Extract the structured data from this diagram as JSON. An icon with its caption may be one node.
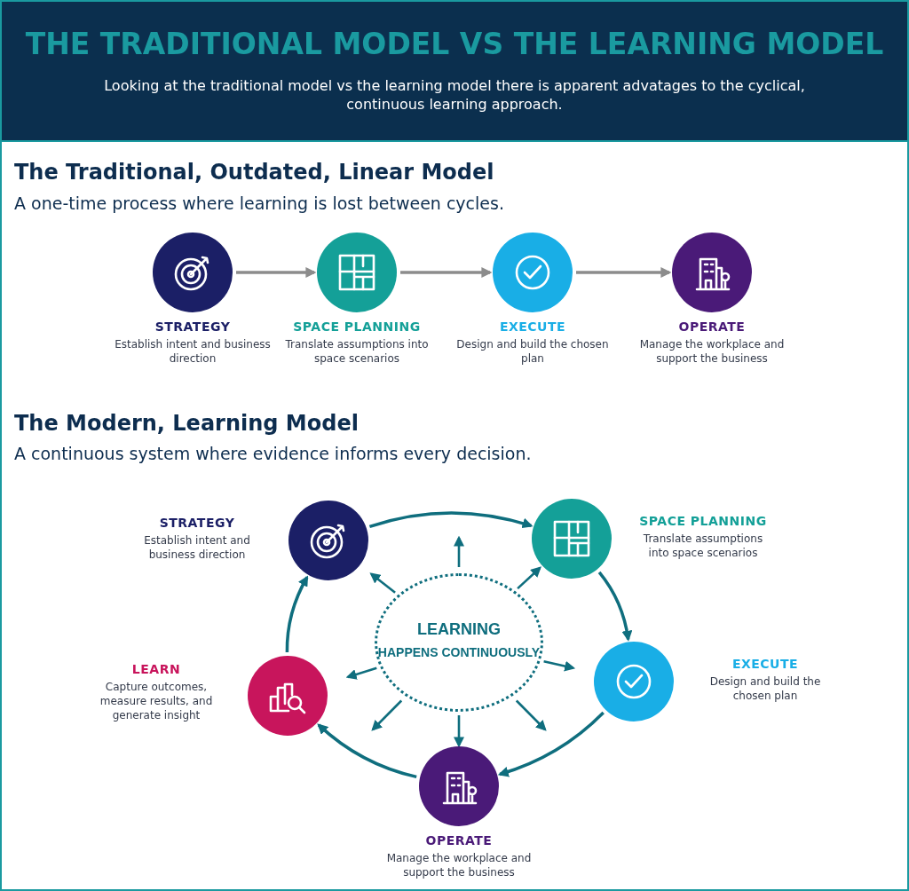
{
  "diagram": {
    "title": "THE TRADITIONAL MODEL VS THE LEARNING MODEL",
    "nodes": [
      {
        "text": [
          "STRATEGY",
          "Establish intent and business direction"
        ]
      },
      {
        "text": [
          "SPACE PLANNING",
          "Translate assumptions into space scenarios"
        ]
      },
      {
        "text": [
          "EXECUTE",
          "Design and build the chosen plan"
        ]
      },
      {
        "text": [
          "OPERATE",
          "Manage the workplace and support the business"
        ]
      },
      {
        "text": [
          "STRATEGY",
          "Establish intent and business direction"
        ]
      },
      {
        "text": [
          "SPACE PLANNING",
          "Translate assumptions into space scenarios"
        ]
      },
      {
        "text": [
          "EXECUTE",
          "Design and build the chosen plan"
        ]
      },
      {
        "text": [
          "OPERATE",
          "Manage the workplace and support the business"
        ]
      },
      {
        "text": [
          "LEARN",
          "Capture outcomes, measure results, and generate insight"
        ]
      },
      {
        "text": [
          "LEARNING",
          "HAPPENS CONTINUOUSLY"
        ]
      }
    ],
    "edges": [
      {
        "from": 0,
        "to": 1,
        "arrow": "to",
        "color": "#8c8c8c"
      },
      {
        "from": 1,
        "to": 2,
        "arrow": "to",
        "color": "#8c8c8c"
      },
      {
        "from": 2,
        "to": 3,
        "arrow": "to",
        "color": "#8c8c8c"
      },
      {
        "from": 4,
        "to": 5,
        "arrow": "to"
      },
      {
        "from": 5,
        "to": 6,
        "arrow": "to"
      },
      {
        "from": 6,
        "to": 7,
        "arrow": "to"
      },
      {
        "from": 7,
        "to": 8,
        "arrow": "to"
      },
      {
        "from": 8,
        "to": 4,
        "arrow": "to"
      },
      {
        "from": 9,
        "to": null,
        "arrow": "to"
      },
      {
        "from": 9,
        "to": 4,
        "arrow": "to"
      },
      {
        "from": 9,
        "to": 5,
        "arrow": "to"
      },
      {
        "from": 9,
        "to": 8,
        "arrow": "to"
      },
      {
        "from": 9,
        "to": 6,
        "arrow": "to"
      },
      {
        "from": 9,
        "to": null,
        "arrow": "to"
      },
      {
        "from": 9,
        "to": 7,
        "arrow": "to"
      },
      {
        "from": 9,
        "to": null,
        "arrow": "to"
      }
    ],
    "labels": [
      "Looking at the traditional model vs the learning model there is apparent advatages to the cyclical, continuous learning approach.",
      "The Traditional, Outdated, Linear Model",
      "A one-time process where learning is lost between cycles.",
      "The Modern, Learning Model",
      "A continuous system where evidence informs every decision."
    ]
  }
}
